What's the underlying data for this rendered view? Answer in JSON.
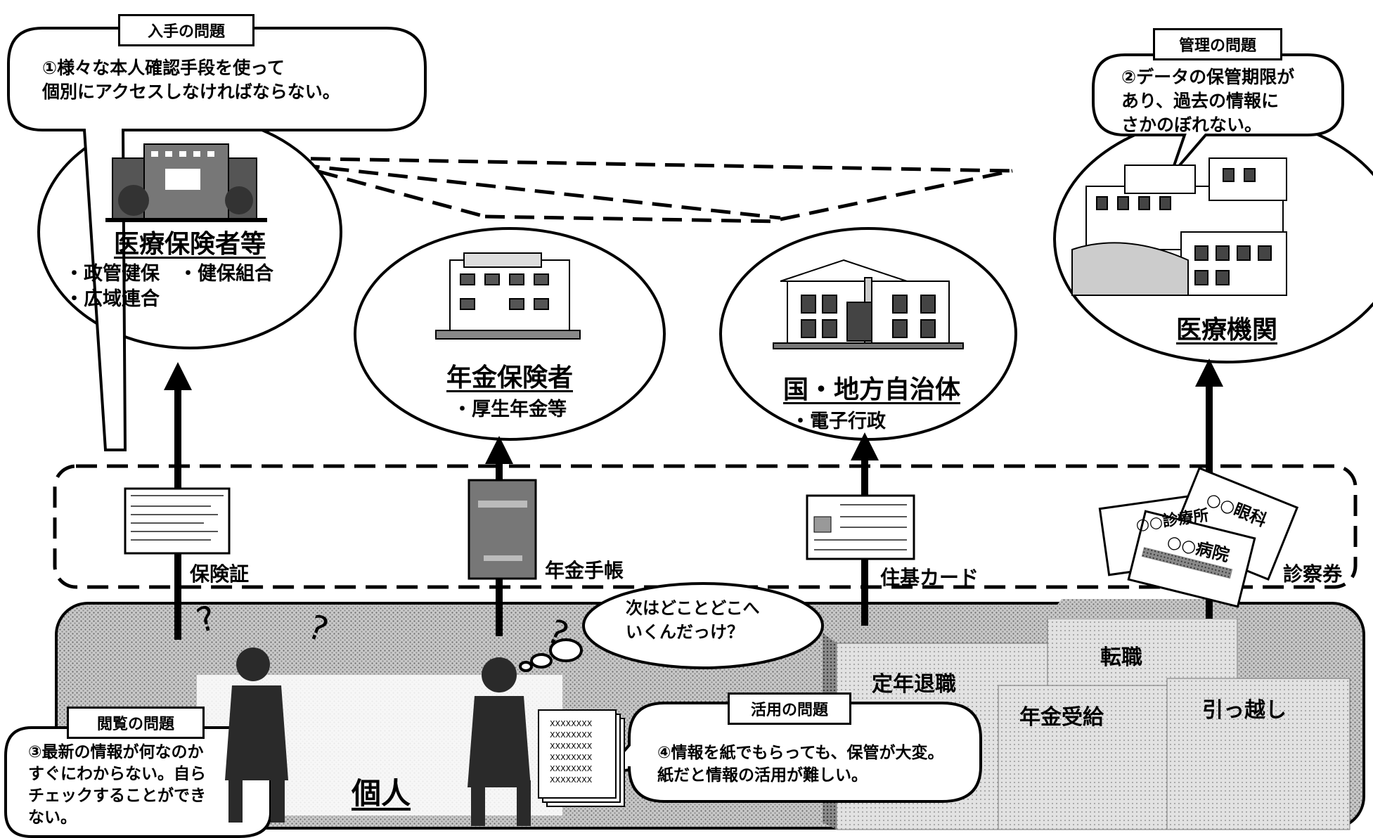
{
  "problems": {
    "acquisition": {
      "tag": "入手の問題",
      "text": "①様々な本人確認手段を使って\n個別にアクセスしなければならない。"
    },
    "management": {
      "tag": "管理の問題",
      "text": "②データの保管期限が\nあり、過去の情報に\nさかのぼれない。"
    },
    "viewing": {
      "tag": "閲覧の問題",
      "text": "③最新の情報が何なのか\nすぐにわからない。自ら\nチェックすることができ\nない。"
    },
    "utilization": {
      "tag": "活用の問題",
      "text": "④情報を紙でもらっても、保管が大変。\n紙だと情報の活用が難しい。"
    }
  },
  "organizations": {
    "medical_insurer": {
      "title": "医療保険者等",
      "items": "・政管健保　・健保組合\n・広域連合"
    },
    "pension_insurer": {
      "title": "年金保険者",
      "items": "・厚生年金等"
    },
    "government": {
      "title": "国・地方自治体",
      "items": "・電子行政"
    },
    "medical_institution": {
      "title": "医療機関"
    }
  },
  "cards": {
    "insurance_card": "保険証",
    "pension_book": "年金手帳",
    "resident_card": "住基カード",
    "consultation_ticket": "診察券",
    "ticket_clinic": "○○診療所",
    "ticket_eye": "○○眼科",
    "ticket_hospital": "○○病院",
    "paper_lines": "XXXXXXXX"
  },
  "thought": "次はどことどこへ\nいくんだっけ？",
  "individual": "個人",
  "life_events": {
    "retirement": "定年退職",
    "job_change": "転職",
    "pension_receipt": "年金受給",
    "moving": "引っ越し"
  }
}
